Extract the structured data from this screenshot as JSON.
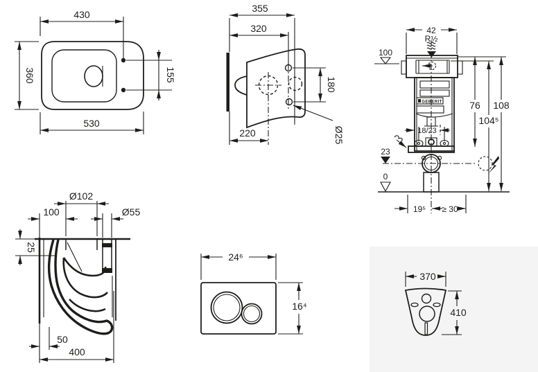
{
  "colors": {
    "ink": "#1d1d1b",
    "paper": "#ffffff",
    "gasket_bg": "#f4f4f4"
  },
  "views": {
    "top": {
      "dim_seat_width": "430",
      "dim_depth": "360",
      "dim_total_width": "530",
      "dim_hole_spacing": "155"
    },
    "rear": {
      "dim_total_depth": "355",
      "dim_inner_depth": "320",
      "dim_drain_offset": "220",
      "dim_hole_spacing": "180",
      "dim_hole_diameter": "Ø25"
    },
    "frame": {
      "dim_width": "42",
      "supply_thread": "R½",
      "datum_supply": "100",
      "dim_height_rail": "76",
      "dim_height_supply": "104⁵",
      "dim_height_total": "108",
      "dim_rod_spacing": "18/23",
      "datum_drain": "23",
      "datum_floor": "0",
      "dim_drain_offset": "19⁵",
      "dim_side_clearance": "≥ 30",
      "brand": "GEBERIT"
    },
    "section": {
      "dim_soil_pipe": "Ø102",
      "dim_pipe_offset": "100",
      "dim_inlet_pipe": "Ø55",
      "dim_top_offset": "25",
      "dim_outlet_offset": "50",
      "dim_projection": "400"
    },
    "plate": {
      "dim_width": "24⁶",
      "dim_height": "16⁴"
    },
    "gasket": {
      "dim_width": "370",
      "dim_height": "410"
    }
  }
}
